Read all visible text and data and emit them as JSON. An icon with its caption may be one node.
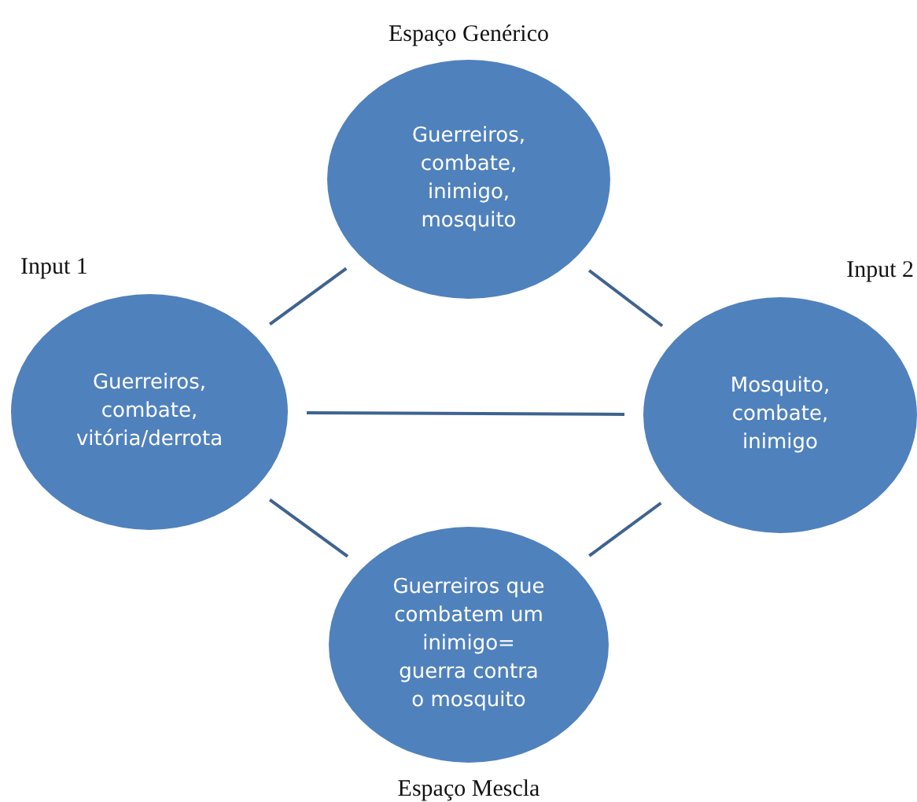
{
  "diagram": {
    "nodes": [
      {
        "text": [
          "Espaço Genérico",
          "Guerreiros, combate, inimigo, mosquito"
        ]
      },
      {
        "text": [
          "Input 1",
          "Guerreiros, combate, vitória/derrota"
        ]
      },
      {
        "text": [
          "Input 2",
          "Mosquito, combate, inimigo"
        ]
      },
      {
        "text": [
          "Guerreiros que combatem um inimigo= guerra contra o mosquito",
          "Espaço Mescla"
        ]
      }
    ],
    "edges": [
      {
        "from": 0,
        "to": 1,
        "arrow": "none"
      },
      {
        "from": 0,
        "to": 2,
        "arrow": "none"
      },
      {
        "from": 1,
        "to": 2,
        "arrow": "none"
      },
      {
        "from": 1,
        "to": 3,
        "arrow": "none"
      },
      {
        "from": 2,
        "to": 3,
        "arrow": "none"
      }
    ]
  }
}
